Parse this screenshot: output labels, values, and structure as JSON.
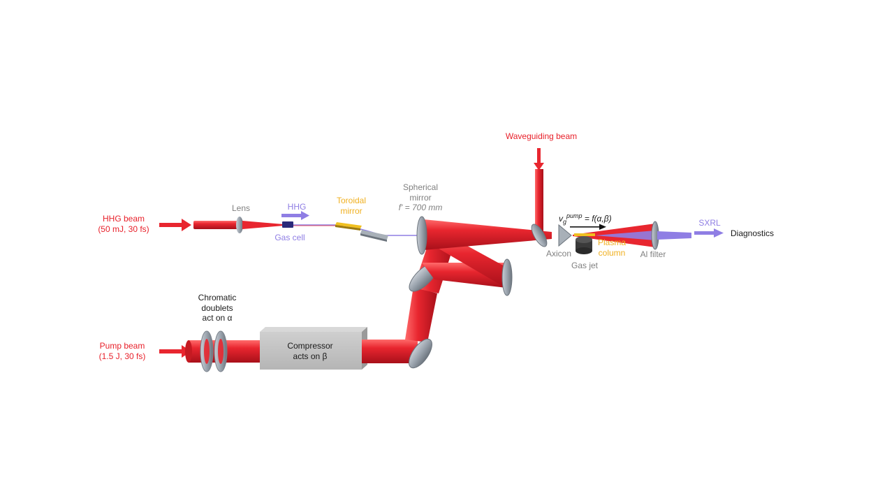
{
  "colors": {
    "beam_red": "#e8262f",
    "beam_red_dark": "#a8101a",
    "hhg_purple": "#8f7ee4",
    "label_red": "#e8202a",
    "label_gray": "#808080",
    "label_yellow": "#f0b020",
    "optic_gray": "#9aa3ad",
    "compressor_gray": "#c4c4c4",
    "gas_jet": "#3a3a3a",
    "gas_cell": "#2a2a7a"
  },
  "labels": {
    "hhg_beam": "HHG beam",
    "hhg_beam_params": "(50 mJ, 30 fs)",
    "lens": "Lens",
    "hhg": "HHG",
    "gas_cell": "Gas cell",
    "toroidal_1": "Toroidal",
    "toroidal_2": "mirror",
    "spherical_1": "Spherical",
    "spherical_2": "mirror",
    "spherical_focal": "f' = 700 mm",
    "waveguiding_beam": "Waveguiding beam",
    "velocity_v": "v",
    "velocity_sub": "g",
    "velocity_sup": "pump",
    "velocity_eq": " = f(α,β)",
    "axicon": "Axicon",
    "plasma_1": "Plasma",
    "plasma_2": "column",
    "gas_jet": "Gas jet",
    "al_filter": "Al filter",
    "sxrl": "SXRL",
    "diagnostics": "Diagnostics",
    "chromatic_1": "Chromatic",
    "chromatic_2": "doublets",
    "chromatic_3": "act on α",
    "pump_beam": "Pump beam",
    "pump_beam_params": "(1.5 J, 30 fs)",
    "compressor_1": "Compressor",
    "compressor_2": "acts on β"
  }
}
